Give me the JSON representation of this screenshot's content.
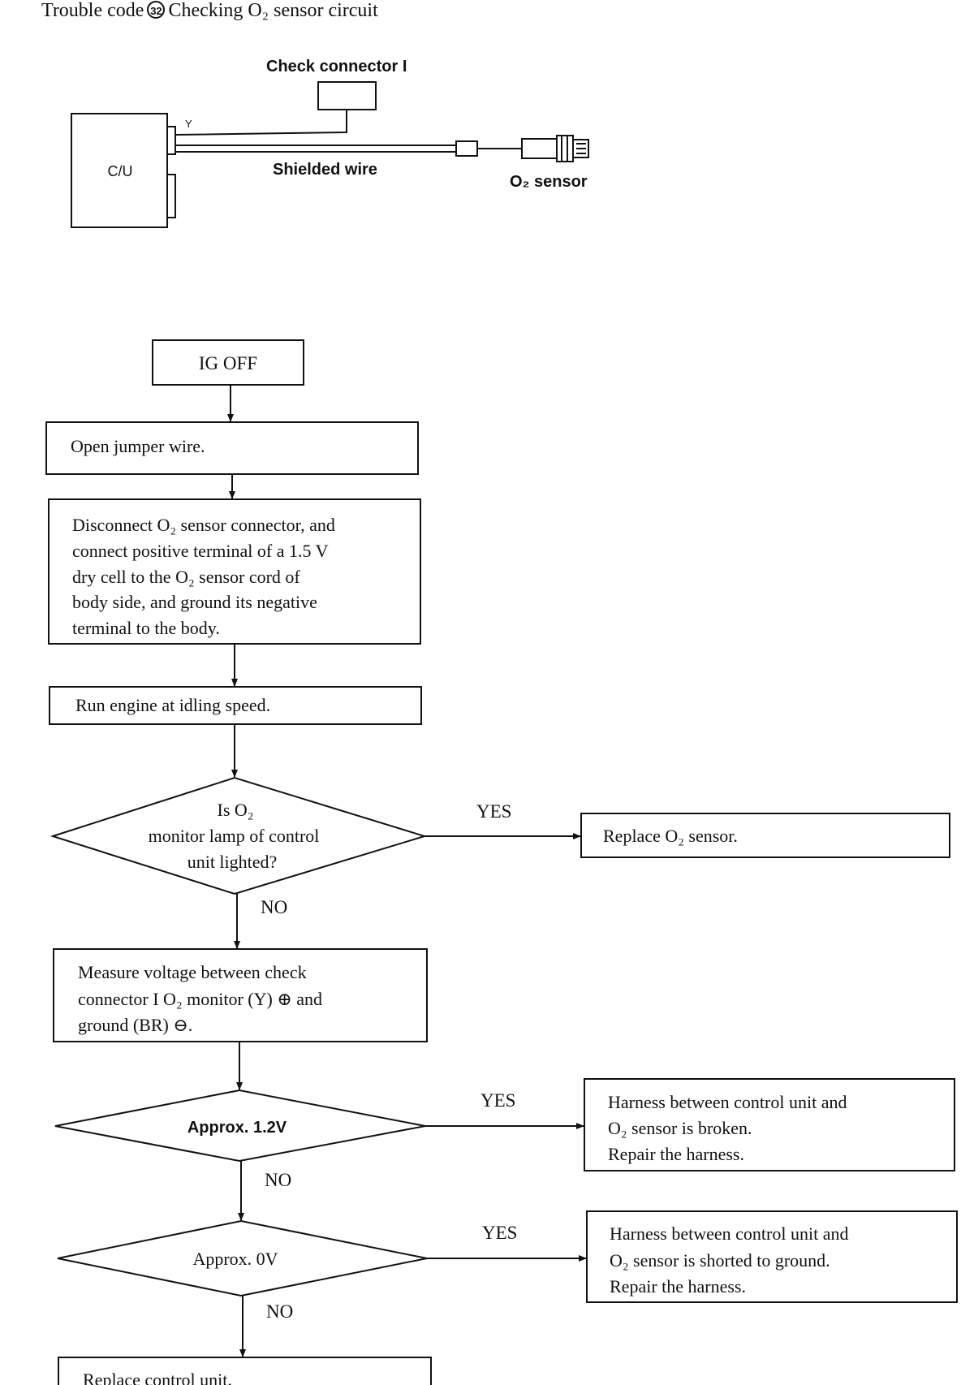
{
  "title": {
    "prefix": "Trouble code",
    "code": "32",
    "rest": "Checking O₂ sensor circuit"
  },
  "wiring": {
    "check_connector": "Check connector I",
    "cu": "C/U",
    "wire_color": "Y",
    "shielded_wire": "Shielded wire",
    "sensor": "O₂ sensor"
  },
  "steps": {
    "ig_off": "IG OFF",
    "open_jumper": "Open jumper wire.",
    "disconnect": [
      "Disconnect O₂ sensor connector, and",
      "connect positive terminal of a 1.5 V",
      "dry cell to the O₂ sensor cord of",
      "body side, and ground its negative",
      "terminal to the body."
    ],
    "run_engine": "Run engine at idling speed.",
    "q1": [
      "Is O₂",
      "monitor lamp of control",
      "unit lighted?"
    ],
    "replace_sensor": "Replace O₂ sensor.",
    "measure": [
      "Measure voltage between check",
      "connector I O₂ monitor (Y) ⊕ and",
      "ground (BR) ⊖."
    ],
    "q2": "Approx. 1.2V",
    "harness_broken": [
      "Harness between control unit and",
      "O₂ sensor is broken.",
      "Repair the harness."
    ],
    "q3": "Approx. 0V",
    "harness_shorted": [
      "Harness between control unit and",
      "O₂ sensor is shorted to ground.",
      "Repair the harness."
    ],
    "replace_cu": "Replace control unit."
  },
  "labels": {
    "yes": "YES",
    "no": "NO"
  }
}
